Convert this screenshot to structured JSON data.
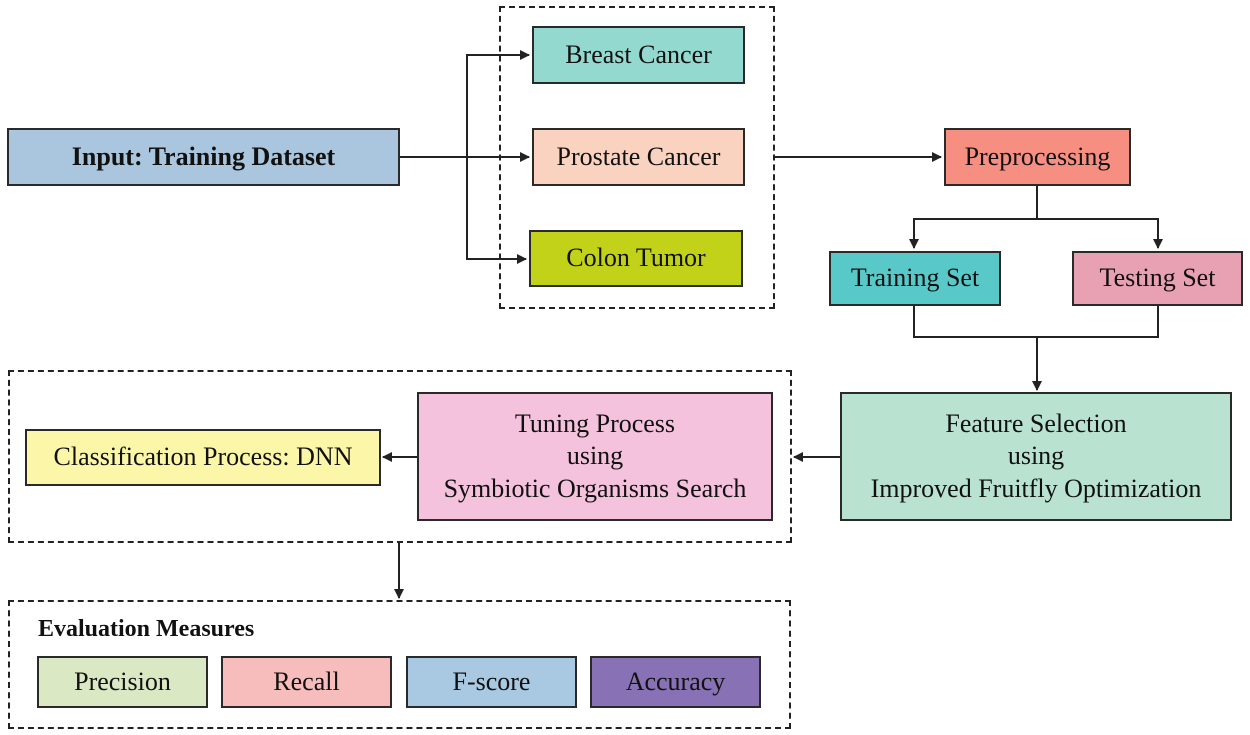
{
  "nodes": {
    "input": "Input: Training Dataset",
    "breast": "Breast Cancer",
    "prostate": "Prostate Cancer",
    "colon": "Colon Tumor",
    "preprocessing": "Preprocessing",
    "training": "Training Set",
    "testing": "Testing Set",
    "feature": [
      "Feature Selection",
      "using",
      "Improved Fruitfly Optimization"
    ],
    "tuning": [
      "Tuning Process",
      "using",
      "Symbiotic Organisms Search"
    ],
    "classification": "Classification Process: DNN"
  },
  "evaluation": {
    "title": "Evaluation Measures",
    "measures": [
      "Precision",
      "Recall",
      "F-score",
      "Accuracy"
    ]
  },
  "colors": {
    "input": "#a9c6de",
    "breast": "#94d9d0",
    "prostate": "#f9d3bf",
    "colon": "#c2d218",
    "preprocessing": "#f68f82",
    "training": "#58c9c8",
    "testing": "#e8a1b2",
    "feature": "#b9e3d0",
    "tuning": "#f5c2dd",
    "classification": "#fcf6a9",
    "precision": "#dae9c4",
    "recall": "#f7bdbd",
    "fscore": "#a8c9e1",
    "accuracy": "#8871b5"
  }
}
